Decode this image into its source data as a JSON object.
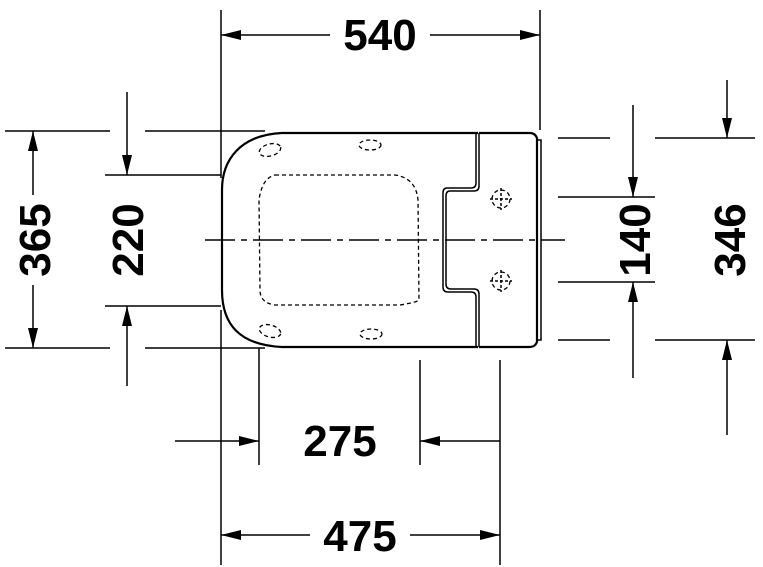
{
  "drawing": {
    "dimensions": {
      "overall_length": "540",
      "overall_width": "365",
      "seat_opening_width": "220",
      "fixing_distance": "140",
      "tank_width": "346",
      "seat_opening_length": "275",
      "seat_length": "475"
    },
    "colors": {
      "line": "#000000",
      "background": "#ffffff"
    }
  }
}
